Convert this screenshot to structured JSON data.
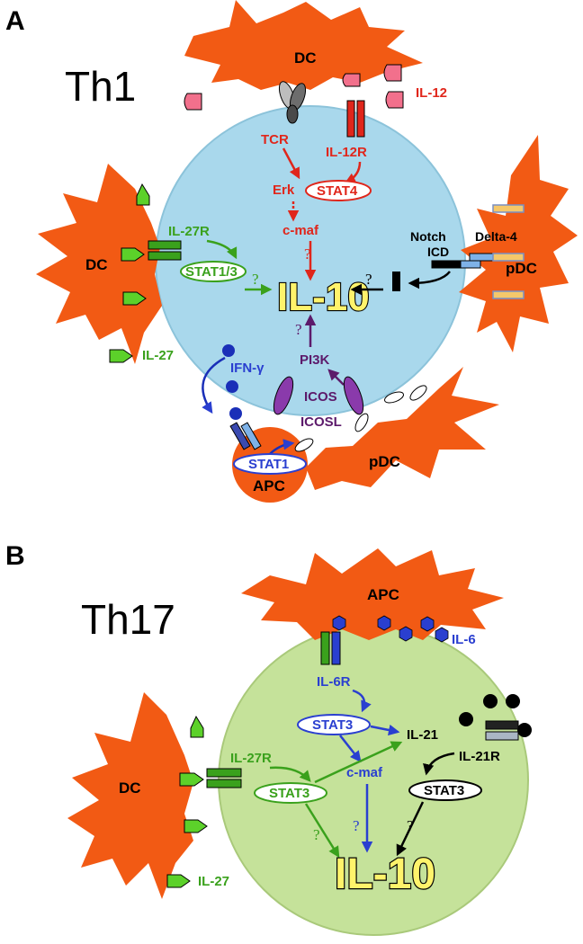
{
  "panelA": {
    "letter": "A",
    "title": "Th1",
    "cells": {
      "dc_top": "DC",
      "dc_left": "DC",
      "pdc_right": "pDC",
      "pdc_bottom": "pDC",
      "apc": "APC"
    },
    "labels": {
      "il12": "IL-12",
      "tcr": "TCR",
      "il12r": "IL-12R",
      "erk": "Erk",
      "stat4": "STAT4",
      "cmaf": "c-maf",
      "il27r": "IL-27R",
      "stat13": "STAT1/3",
      "il10": "IL-10",
      "notch": "Notch",
      "icd": "ICD",
      "delta4": "Delta-4",
      "il27": "IL-27",
      "ifng": "IFN-γ",
      "pi3k": "PI3K",
      "icos": "ICOS",
      "icosl": "ICOSL",
      "stat1": "STAT1"
    },
    "unknown": "?"
  },
  "panelB": {
    "letter": "B",
    "title": "Th17",
    "cells": {
      "apc": "APC",
      "dc": "DC"
    },
    "labels": {
      "il6": "IL-6",
      "il6r": "IL-6R",
      "stat3_top": "STAT3",
      "il21": "IL-21",
      "il21r": "IL-21R",
      "il27r": "IL-27R",
      "stat3_left": "STAT3",
      "cmaf": "c-maf",
      "stat3_right": "STAT3",
      "il10": "IL-10",
      "il27": "IL-27"
    },
    "unknown": "?"
  },
  "colors": {
    "cell_orange": "#f25a14",
    "th1_cell": "#a9d8ec",
    "th17_cell": "#c5e29a",
    "red": "#e0261b",
    "green": "#3aa11c",
    "blue": "#2a3fd0",
    "purple": "#5c1a6b",
    "navy": "#1a2a8c",
    "il10_fill": "#fff36b"
  },
  "icons": [
    "receptor-icon",
    "cytokine-icon",
    "ligand-icon",
    "arrow-icon"
  ]
}
